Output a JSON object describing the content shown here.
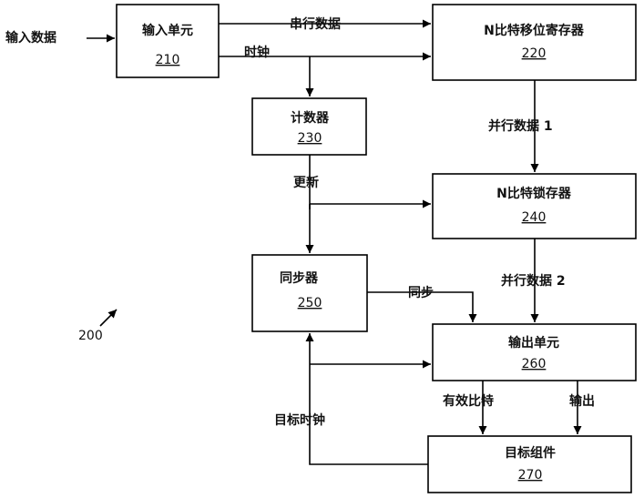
{
  "figure_number": "200",
  "blocks": {
    "input_unit": {
      "title": "输入单元",
      "ref": "210"
    },
    "shift_register": {
      "title": "N比特移位寄存器",
      "ref": "220"
    },
    "counter": {
      "title": "计数器",
      "ref": "230"
    },
    "latch": {
      "title": "N比特锁存器",
      "ref": "240"
    },
    "synchronizer": {
      "title": "同步器",
      "ref": "250"
    },
    "output_unit": {
      "title": "输出单元",
      "ref": "260"
    },
    "target_component": {
      "title": "目标组件",
      "ref": "270"
    }
  },
  "signals": {
    "input_data": "输入数据",
    "serial_data": "串行数据",
    "clock": "时钟",
    "parallel_data_1": "并行数据 1",
    "update": "更新",
    "parallel_data_2": "并行数据 2",
    "sync": "同步",
    "valid_bit": "有效比特",
    "output": "输出",
    "target_clock": "目标时钟"
  },
  "colors": {
    "stroke": "#000000",
    "background": "#ffffff"
  }
}
